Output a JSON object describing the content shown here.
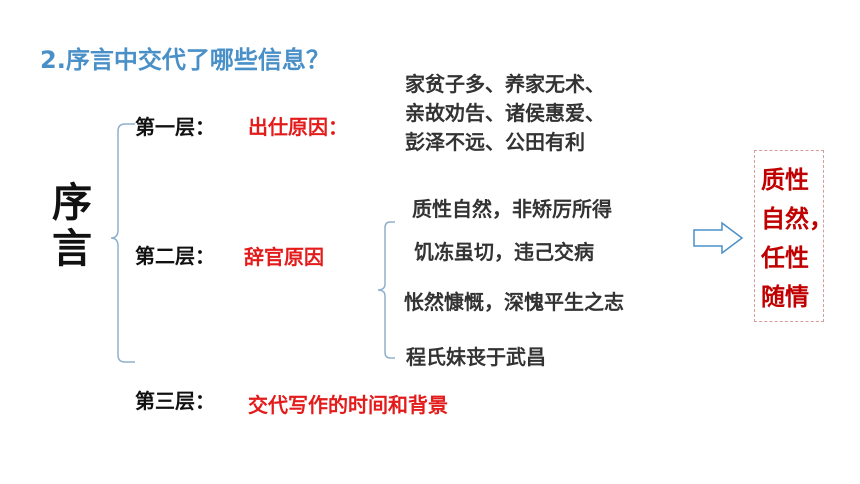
{
  "title": "2.序言中交代了哪些信息？",
  "main_label": "序言",
  "layers": [
    {
      "label": "第一层：",
      "topic": "出仕原因："
    },
    {
      "label": "第二层：",
      "topic": "辞官原因"
    },
    {
      "label": "第三层：",
      "topic": "交代写作的时间和背景"
    }
  ],
  "layer1_details": [
    "家贫子多、养家无术、",
    "亲故劝告、诸侯惠爱、",
    "彭泽不远、公田有利"
  ],
  "layer2_details": [
    "质性自然，非矫厉所得",
    "饥冻虽切，违己交病",
    "怅然慷慨，深愧平生之志",
    "程氏妹丧于武昌"
  ],
  "conclusion": [
    "质性",
    "自然，",
    "任性",
    "随情"
  ],
  "colors": {
    "title": "#4a90c8",
    "emphasis": "#e31b1b",
    "conclusion": "#c00000",
    "bracket": "#8fb0cc"
  }
}
